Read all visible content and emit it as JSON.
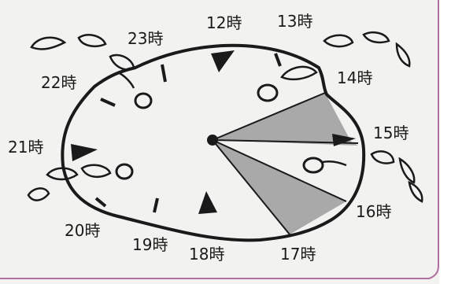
{
  "diagram": {
    "hour_labels": [
      "12時",
      "13時",
      "14時",
      "15時",
      "16時",
      "17時",
      "18時",
      "19時",
      "20時",
      "21時",
      "22時",
      "23時"
    ]
  },
  "colors": {
    "background": "#f2f2f0",
    "ink": "#1a1a1a",
    "shaded_sector": "#a9a9a9",
    "frame_accent": "#b06fa0"
  }
}
